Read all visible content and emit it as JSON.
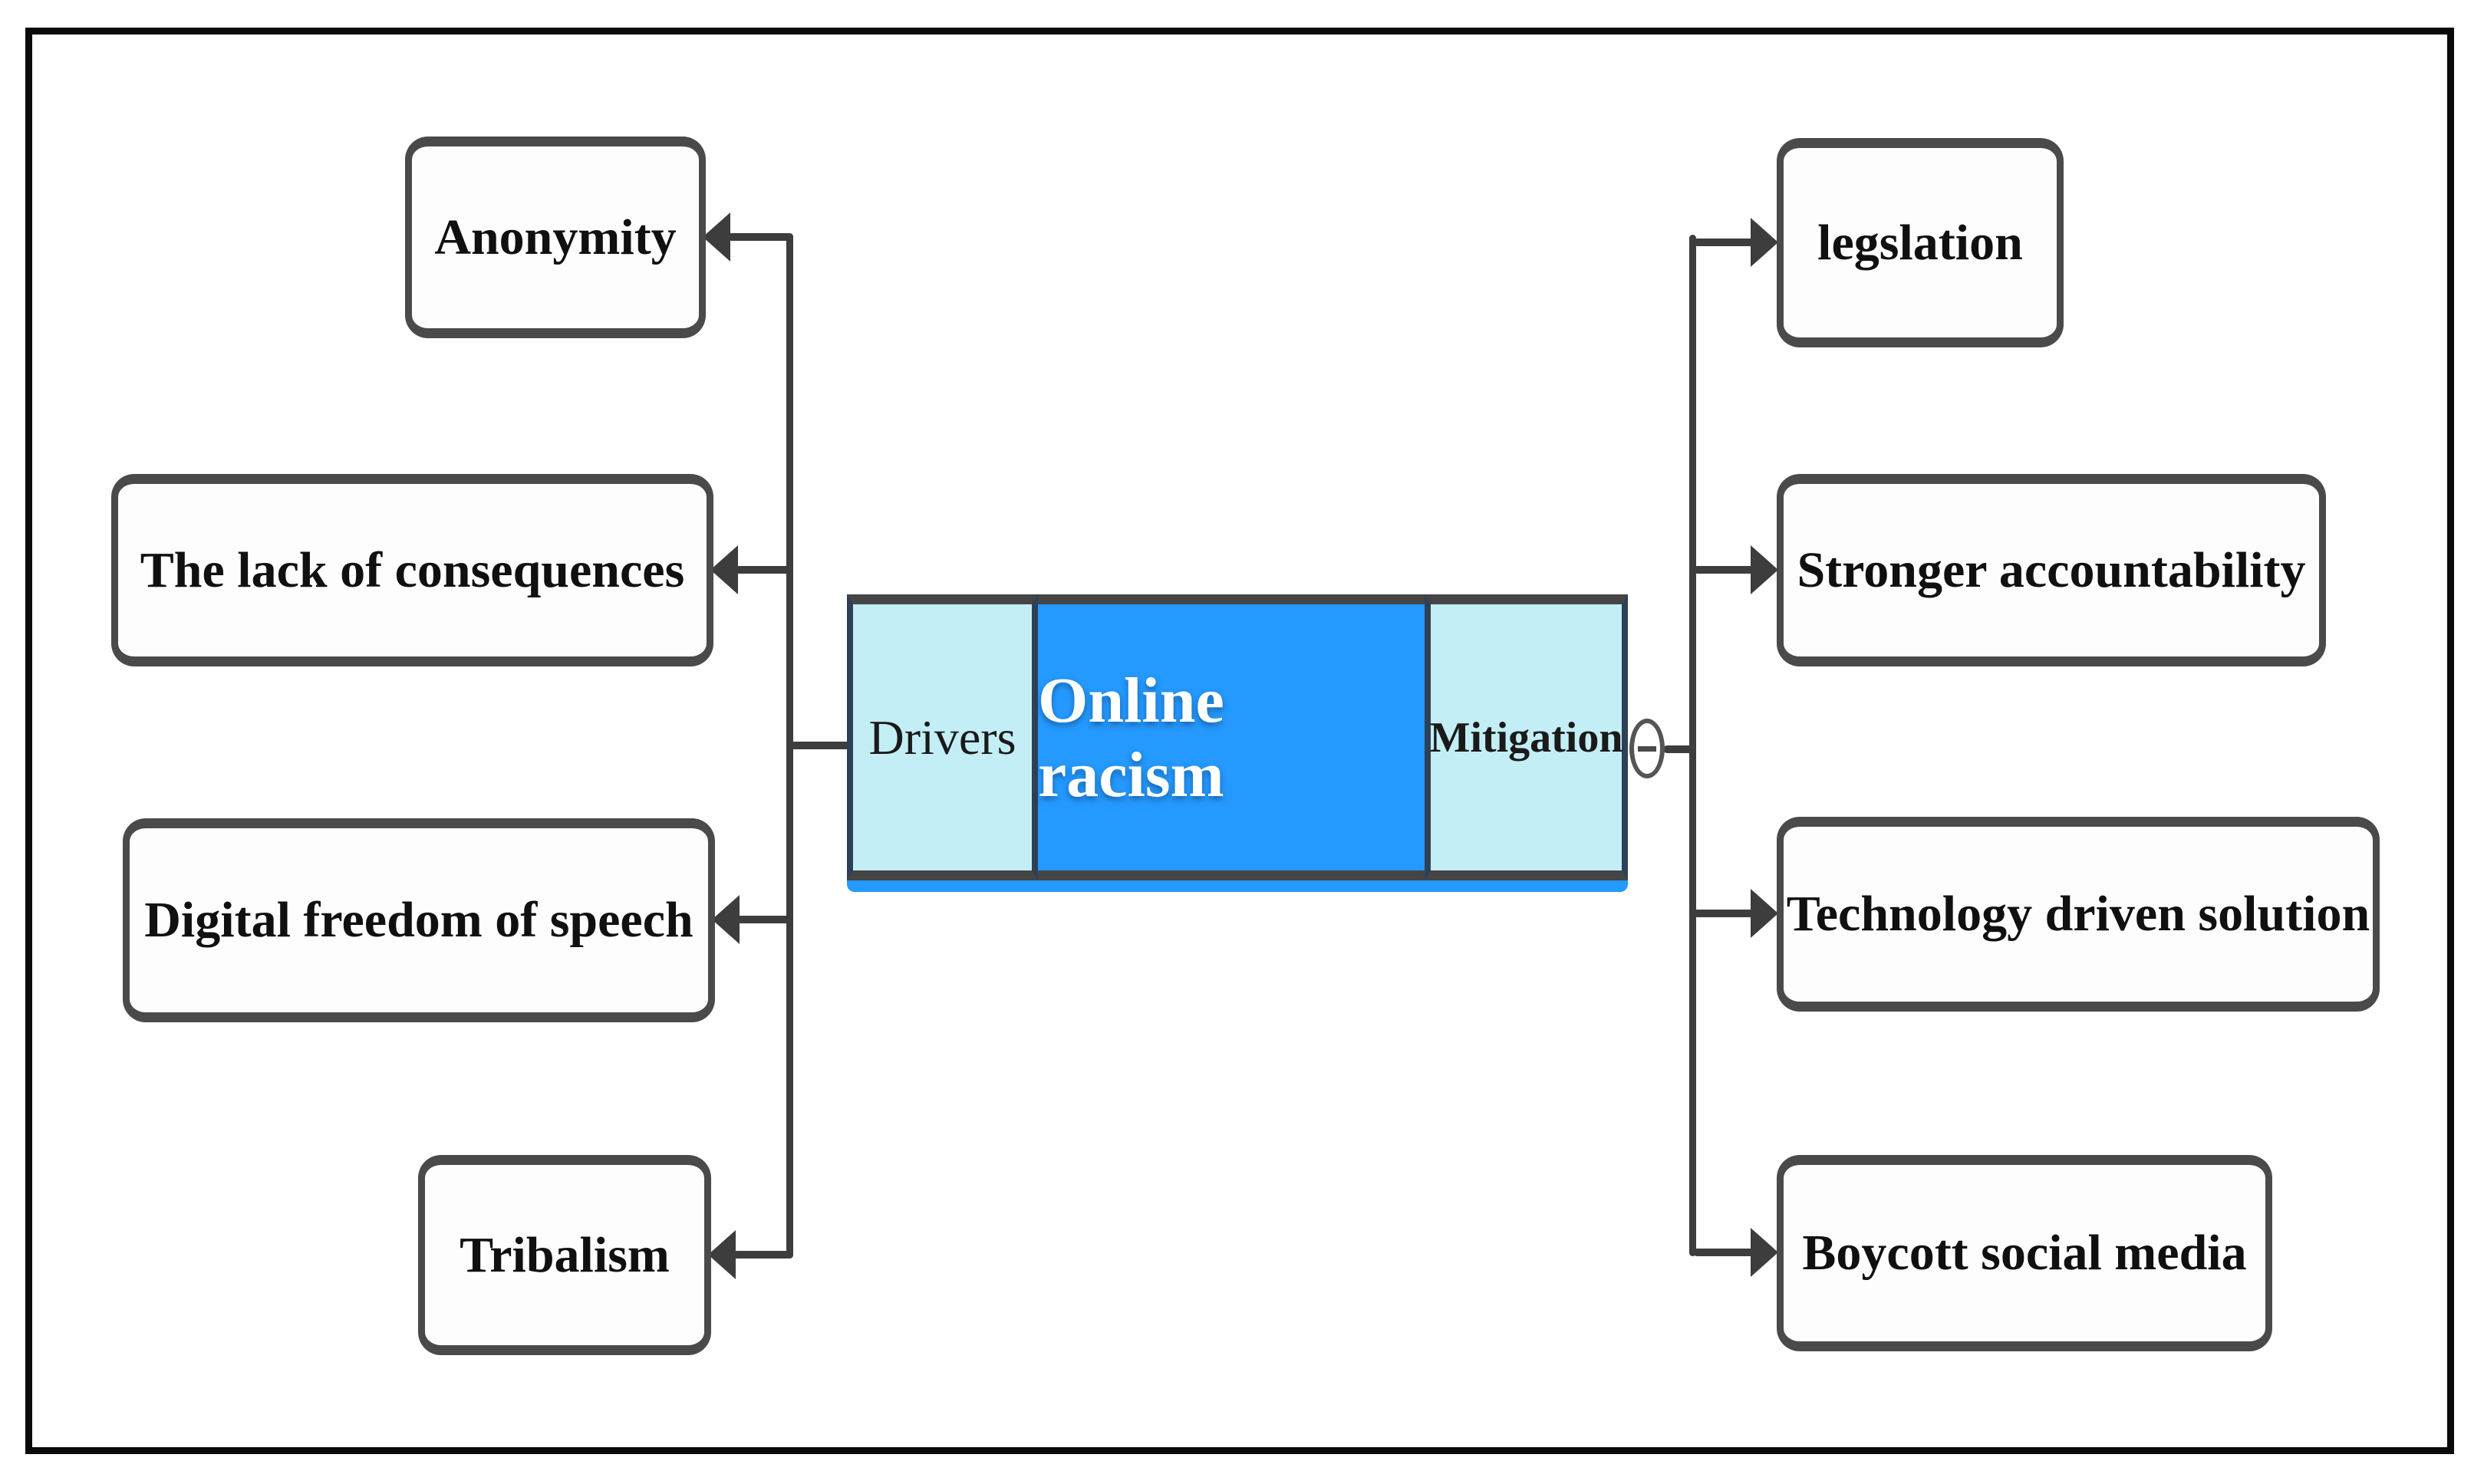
{
  "diagram": {
    "type": "mind-map",
    "root": {
      "label": "Online racism"
    },
    "left_branch": {
      "label": "Drivers",
      "nodes": [
        {
          "label": "Anonymity"
        },
        {
          "label": "The lack of consequences"
        },
        {
          "label": "Digital freedom of speech"
        },
        {
          "label": "Tribalism"
        }
      ]
    },
    "right_branch": {
      "label": "Mitigation",
      "collapse_glyph": "−",
      "nodes": [
        {
          "label": "legslation"
        },
        {
          "label": "Stronger accountability"
        },
        {
          "label": "Technology driven solution"
        },
        {
          "label": "Boycott social media"
        }
      ]
    },
    "colors": {
      "root_fill": "#2499FF",
      "root_text": "#FFFFFF",
      "branch_fill": "#C3EEF5",
      "branch_border": "#454545",
      "leaf_fill": "#FDFDFD",
      "leaf_border": "#4A4A4A",
      "leaf_text": "#101010",
      "connector": "#3D3D3D",
      "frame": "#0A0A0A"
    }
  }
}
